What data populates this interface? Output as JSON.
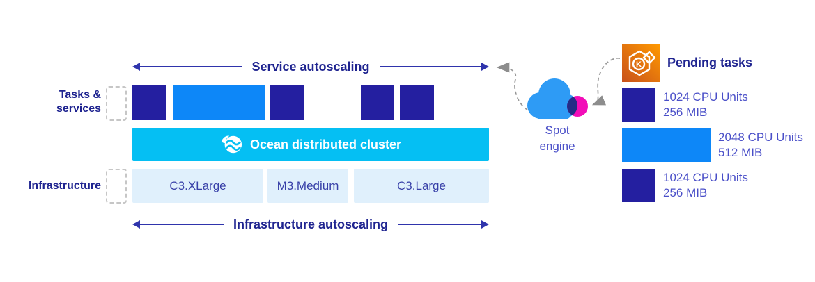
{
  "colors": {
    "navy": "#241FA0",
    "blue": "#0D87F8",
    "cyan": "#05BFF3",
    "light-blue-bg": "#E0F0FC",
    "pink": "#F20DB8",
    "cloud-blue": "#2E9BF5",
    "overlap-navy": "#232C86",
    "orange-dark": "#C8511B",
    "orange-light": "#FF9900",
    "heading-navy": "#1F2490",
    "text-violet": "#4A4FC8",
    "instance-text": "#3840A8",
    "arrow-navy": "#2F34AC",
    "dash-gray": "#979797"
  },
  "left_labels": {
    "tasks_line1": "Tasks &",
    "tasks_line2": "services",
    "infrastructure": "Infrastructure"
  },
  "arrows": {
    "service": "Service autoscaling",
    "infrastructure": "Infrastructure autoscaling"
  },
  "cluster": {
    "label": "Ocean distributed cluster",
    "icon": "ocean-wave-icon"
  },
  "tasks_row": {
    "blocks": [
      "small-navy",
      "wide-blue",
      "small-navy",
      "small-navy",
      "small-navy"
    ]
  },
  "instances": {
    "items": [
      "C3.XLarge",
      "M3.Medium",
      "C3.Large"
    ]
  },
  "spot_engine": {
    "line1": "Spot",
    "line2": "engine"
  },
  "pending": {
    "title": "Pending tasks",
    "icon": "kubernetes-icon",
    "items": [
      {
        "cpu": "1024 CPU Units",
        "mem": "256 MIB",
        "size": "small"
      },
      {
        "cpu": "2048 CPU Units",
        "mem": "512 MIB",
        "size": "large"
      },
      {
        "cpu": "1024 CPU Units",
        "mem": "256 MIB",
        "size": "small"
      }
    ]
  }
}
